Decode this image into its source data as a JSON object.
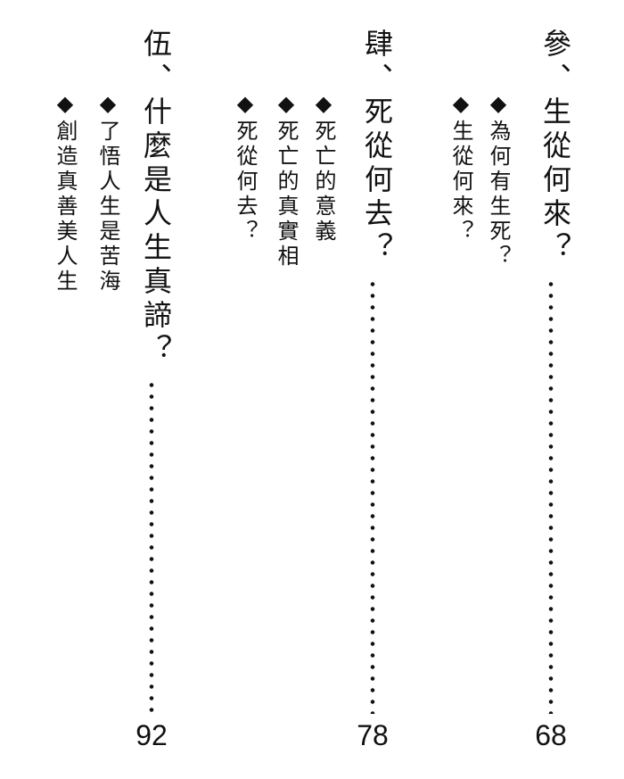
{
  "sections": [
    {
      "title": "參、生從何來？",
      "page": "68",
      "items": [
        "◆為何有生死？",
        "◆生從何來？"
      ]
    },
    {
      "title": "肆、死從何去？",
      "page": "78",
      "items": [
        "◆死亡的意義",
        "◆死亡的真實相",
        "◆死從何去？"
      ]
    },
    {
      "title": "伍、什麼是人生真諦？",
      "page": "92",
      "items": [
        "◆了悟人生是苦海",
        "◆創造真善美人生"
      ]
    }
  ]
}
